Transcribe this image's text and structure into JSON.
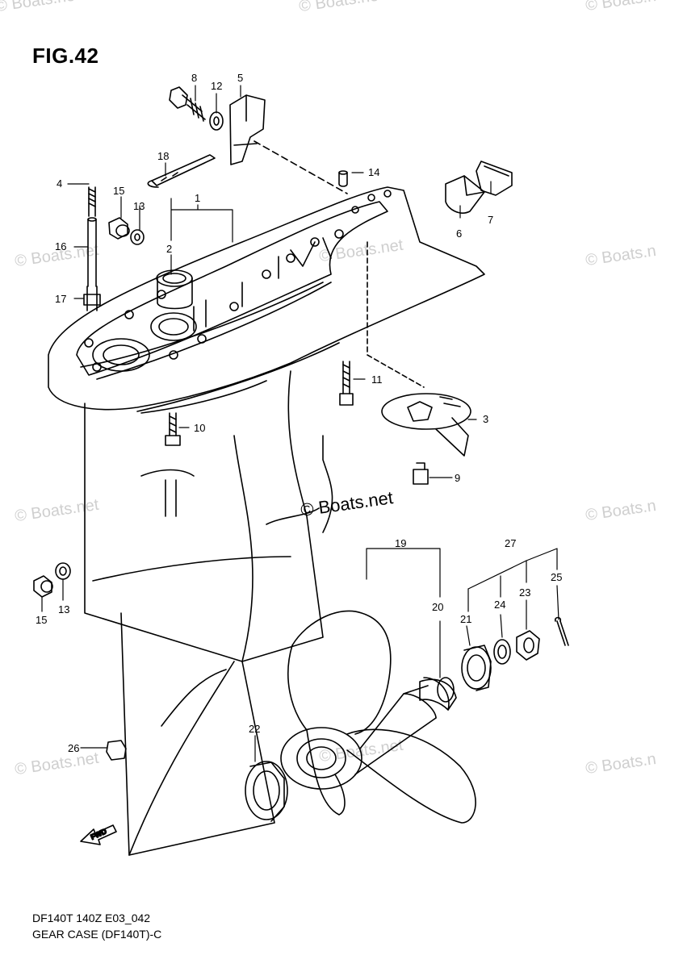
{
  "figure": {
    "title": "FIG.42",
    "caption_line1": "DF140T 140Z E03_042",
    "caption_line2": "GEAR CASE (DF140T)-C"
  },
  "watermarks": {
    "main": "© Boats.net",
    "faint": "© Boats.n",
    "faint_full": "© Boats.net"
  },
  "fwd_label": "FWD",
  "callouts": [
    "1",
    "2",
    "3",
    "4",
    "5",
    "6",
    "7",
    "8",
    "9",
    "10",
    "11",
    "12",
    "13",
    "14",
    "15",
    "16",
    "17",
    "18",
    "19",
    "20",
    "21",
    "22",
    "23",
    "24",
    "25",
    "26",
    "27"
  ],
  "callout_extra": {
    "n13b": "13",
    "n15b": "15"
  }
}
